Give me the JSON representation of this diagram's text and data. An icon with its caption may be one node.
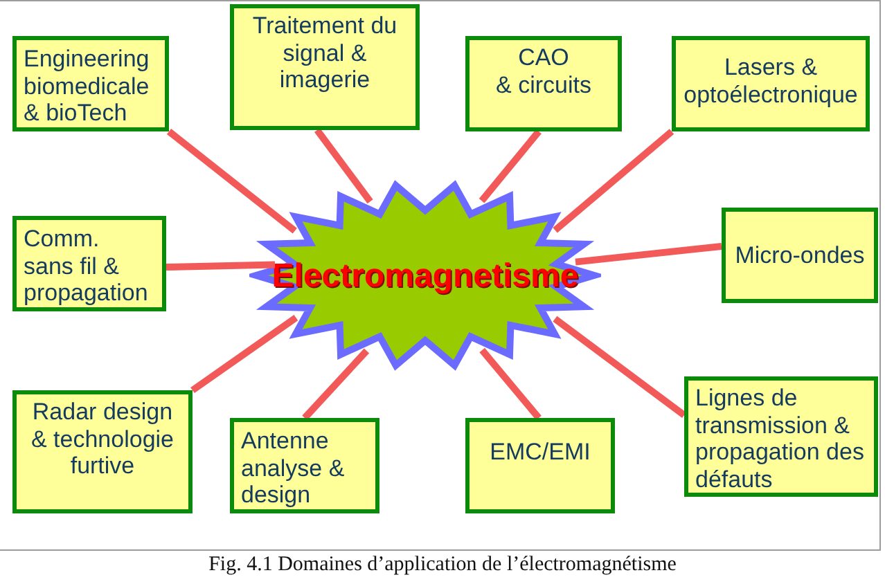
{
  "diagram": {
    "caption": "Fig. 4.1 Domaines d’application de l’électromagnétisme",
    "nodes": [
      {
        "text": [
          "Engineering biomedicale & bioTech"
        ]
      },
      {
        "text": [
          "Traitement du signal & imagerie"
        ]
      },
      {
        "text": [
          "CAO & circuits"
        ]
      },
      {
        "text": [
          "Lasers & optoélectronique"
        ]
      },
      {
        "text": [
          "Comm. sans fil & propagation"
        ]
      },
      {
        "text": [
          "Electromagnetisme"
        ]
      },
      {
        "text": [
          "Micro-ondes"
        ]
      },
      {
        "text": [
          "Radar design & technologie furtive"
        ]
      },
      {
        "text": [
          "Antenne analyse & design"
        ]
      },
      {
        "text": [
          "EMC/EMI"
        ]
      },
      {
        "text": [
          "Lignes de transmission & propagation des défauts"
        ]
      }
    ],
    "edges": [
      {
        "from": 5,
        "to": 0,
        "arrow": "none"
      },
      {
        "from": 5,
        "to": 1,
        "arrow": "none"
      },
      {
        "from": 5,
        "to": 2,
        "arrow": "none"
      },
      {
        "from": 5,
        "to": 3,
        "arrow": "none"
      },
      {
        "from": 5,
        "to": 4,
        "arrow": "none"
      },
      {
        "from": 5,
        "to": 6,
        "arrow": "none"
      },
      {
        "from": 5,
        "to": 7,
        "arrow": "none"
      },
      {
        "from": 5,
        "to": 8,
        "arrow": "none"
      },
      {
        "from": 5,
        "to": 9,
        "arrow": "none"
      },
      {
        "from": 5,
        "to": 10,
        "arrow": "none"
      }
    ]
  }
}
